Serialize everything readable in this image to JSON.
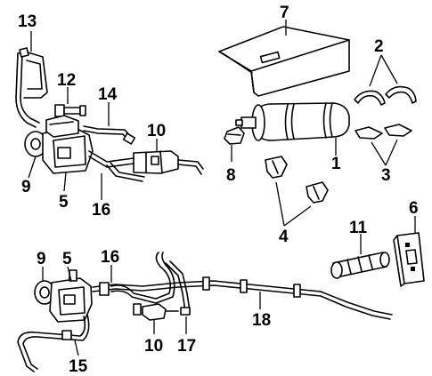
{
  "callouts": {
    "c1": "1",
    "c2": "2",
    "c3": "3",
    "c4": "4",
    "c5_top": "5",
    "c5_bottom": "5",
    "c6": "6",
    "c7": "7",
    "c8": "8",
    "c9_top": "9",
    "c9_bottom": "9",
    "c10_top": "10",
    "c10_bottom": "10",
    "c11": "11",
    "c12": "12",
    "c13": "13",
    "c14": "14",
    "c15": "15",
    "c16_top": "16",
    "c16_bottom": "16",
    "c17": "17",
    "c18": "18"
  }
}
